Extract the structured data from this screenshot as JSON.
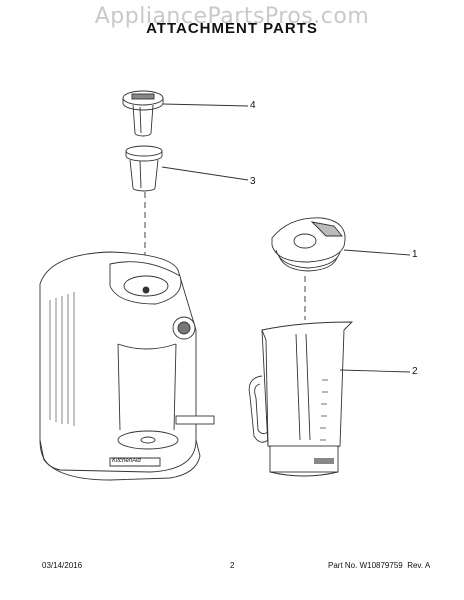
{
  "watermark": "AppliancePartsPros.com",
  "title": "ATTACHMENT PARTS",
  "callouts": [
    "4",
    "3",
    "1",
    "2"
  ],
  "footer": {
    "date": "03/14/2016",
    "page": "2",
    "part_label": "Part No.",
    "part_no": "W10879759",
    "rev_label": "Rev.",
    "rev": "A"
  },
  "base_brand": "KitchenAid",
  "colors": {
    "line": "#333333",
    "background": "#ffffff",
    "watermark": "#c9c9c9"
  }
}
